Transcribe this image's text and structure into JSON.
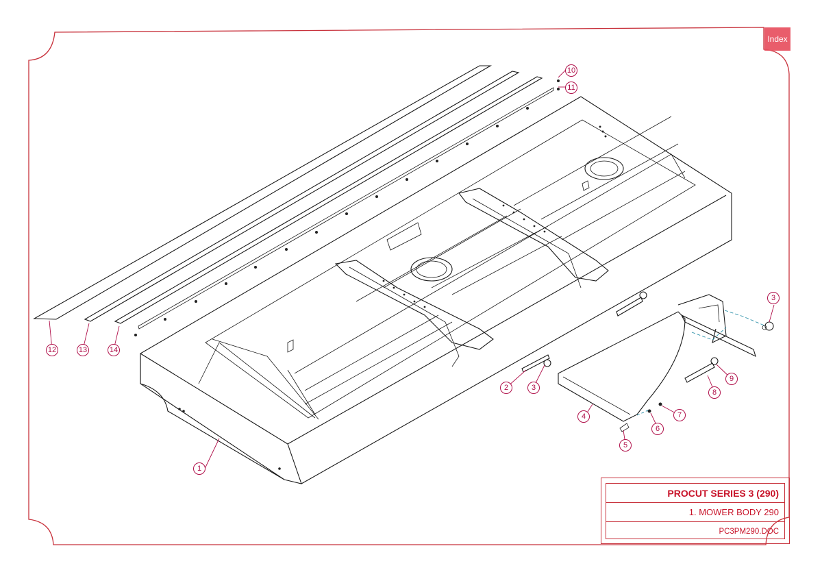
{
  "index_button": {
    "label": "Index"
  },
  "title_block": {
    "series": "PROCUT SERIES 3 (290)",
    "part": "1. MOWER BODY 290",
    "document": "PC3PM290.DOC"
  },
  "callouts": [
    "1",
    "2",
    "3",
    "3",
    "4",
    "5",
    "6",
    "7",
    "8",
    "9",
    "10",
    "11",
    "12",
    "13",
    "14"
  ],
  "colors": {
    "border": "#c8323c",
    "callout": "#b0104a",
    "index_button": "#e8505f",
    "title_text": "#c8142a"
  }
}
